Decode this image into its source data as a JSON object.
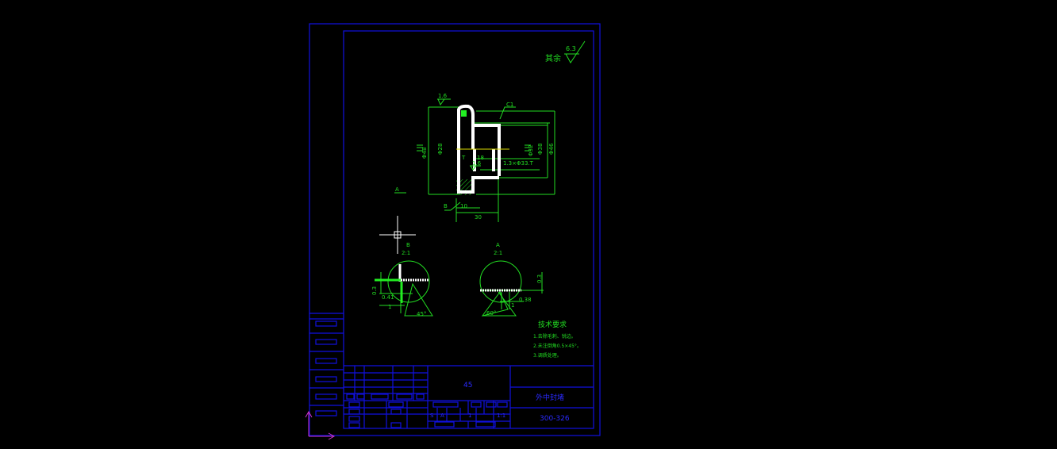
{
  "roughness": {
    "label": "其余",
    "value": "6.3"
  },
  "main_view": {
    "surface_top": "1.6",
    "chamfer": "C1",
    "dia_left": "Φ48",
    "dia_inner": "Φ28",
    "dia_right1": "Φ32",
    "dia_right2": "Φ38",
    "dia_right3": "Φ46",
    "t_label": "T",
    "width_18": "18",
    "surface_inner": "1.6",
    "thread": "1.3×Φ33.T",
    "detail_b": "B",
    "dim_10": "10",
    "dim_30": "30",
    "section_a": "A"
  },
  "detail_b": {
    "name": "B",
    "scale": "2:1",
    "dim1": "0.3",
    "dim2": "0.41",
    "dim3": "1",
    "angle": "45°"
  },
  "detail_a": {
    "name": "A",
    "scale": "2:1",
    "dim1": "0.3",
    "dim2": "0.38",
    "dim3": "1",
    "angle": "60°"
  },
  "tech_req": {
    "title": "技术要求",
    "items": [
      "1.去除毛刺、锐边。",
      "2.未注倒角0.5×45°。",
      "3.调质处理。"
    ]
  },
  "title_block": {
    "material": "45",
    "part_name": "外中封堵",
    "drawing_no": "300-326",
    "stage": "S",
    "mark": "A",
    "sheets": "1",
    "scale": "1:1"
  },
  "colors": {
    "frame": "#1010e0",
    "geometry": "#22dd22",
    "outline": "#ffffff",
    "ucs": "#cc33cc"
  }
}
